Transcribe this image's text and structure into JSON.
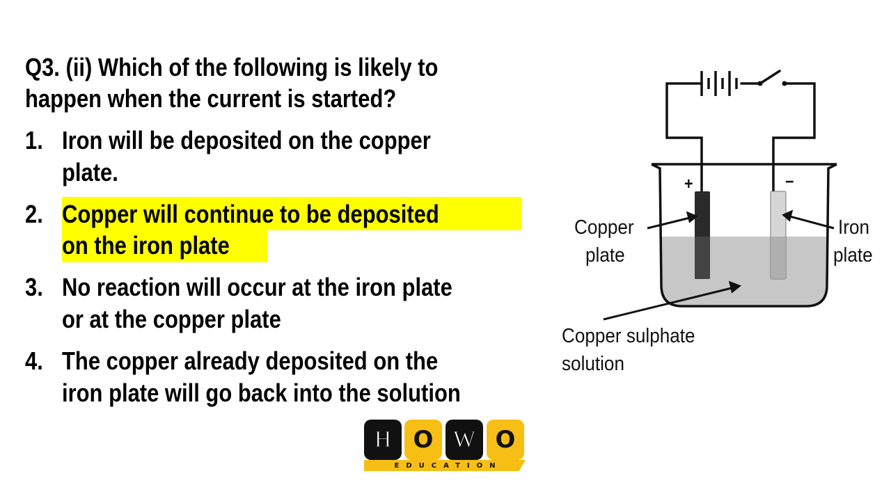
{
  "question": {
    "line1": "Q3. (ii) Which of the following is likely to",
    "line2": "happen when the current is started?"
  },
  "options": [
    {
      "number": "1.",
      "lines": [
        "Iron will be deposited on the copper",
        "plate."
      ],
      "highlighted": false
    },
    {
      "number": "2.",
      "lines": [
        "Copper will continue to be deposited",
        "on the iron plate"
      ],
      "highlighted": true
    },
    {
      "number": "3.",
      "lines": [
        "No reaction will occur at the iron plate",
        "or at the copper plate"
      ],
      "highlighted": false
    },
    {
      "number": "4.",
      "lines": [
        "The copper already deposited on the",
        "iron plate will go back into the solution"
      ],
      "highlighted": false
    }
  ],
  "highlight_color": "#ffff00",
  "diagram": {
    "plus_sign": "+",
    "minus_sign": "−",
    "copper_label_line1": "Copper",
    "copper_label_line2": "plate",
    "iron_label_line1": "Iron",
    "iron_label_line2": "plate",
    "solution_label_line1": "Copper sulphate",
    "solution_label_line2": "solution"
  },
  "logo": {
    "letters": [
      "H",
      "O",
      "W",
      "O"
    ],
    "tagline": "EDUCATION",
    "accent_color": "#f7be16"
  }
}
